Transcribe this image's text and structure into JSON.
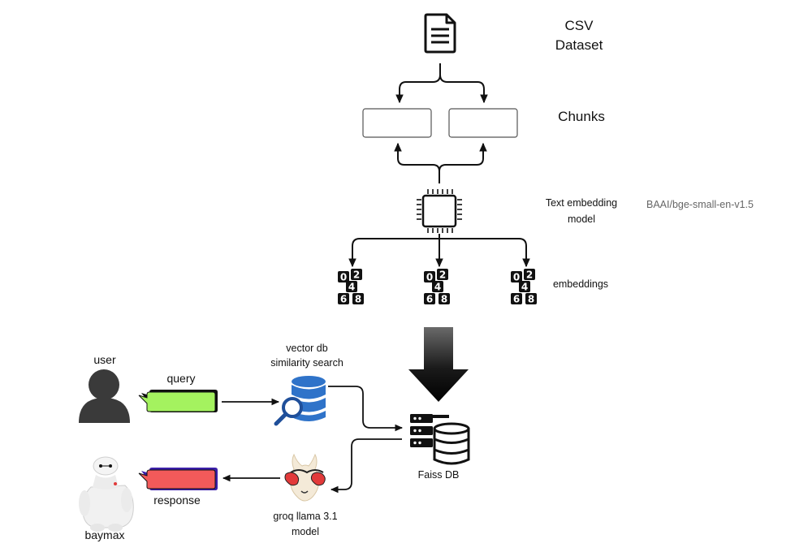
{
  "dataset": {
    "line1": "CSV",
    "line2": "Dataset"
  },
  "chunks": {
    "label": "Chunks"
  },
  "embedding_model": {
    "line1": "Text embedding",
    "line2": "model",
    "model_name": "BAAI/bge-small-en-v1.5"
  },
  "embeddings": {
    "label": "embeddings",
    "digits": [
      "0",
      "2",
      "4",
      "6",
      "8"
    ]
  },
  "vector_db": {
    "line1": "vector db",
    "line2": "similarity search"
  },
  "faiss": {
    "label": "Faiss DB"
  },
  "user": {
    "label": "user"
  },
  "query": {
    "label": "query"
  },
  "response": {
    "label": "response"
  },
  "baymax": {
    "label": "baymax"
  },
  "llm": {
    "line1": "groq llama 3.1",
    "line2": "model"
  }
}
